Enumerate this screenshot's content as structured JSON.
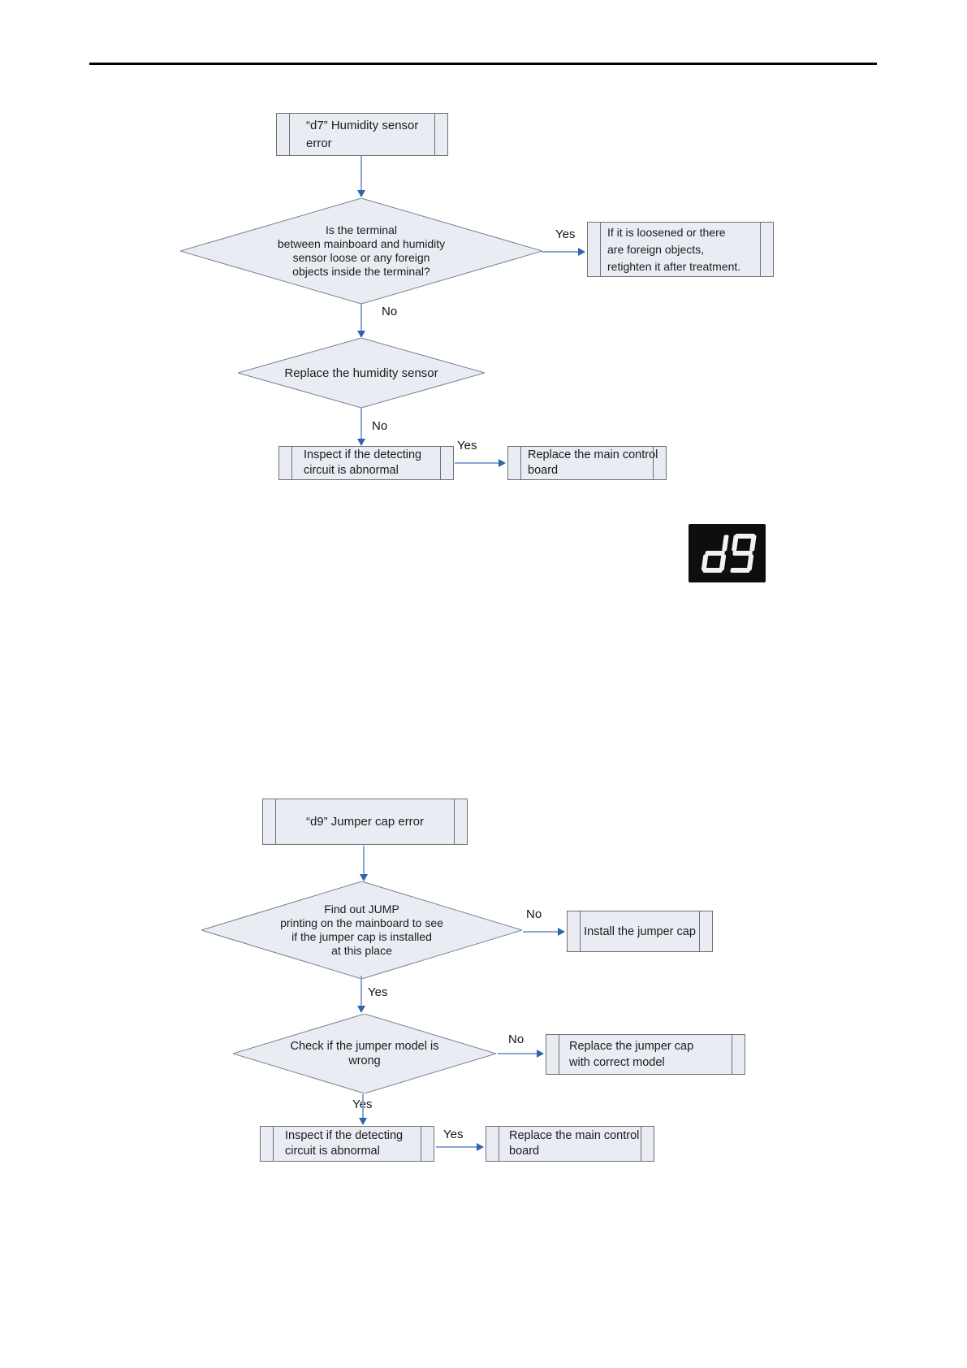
{
  "seven_segment": {
    "value": "d9"
  },
  "chart_d7": {
    "nodes": {
      "start": "“d7” Humidity sensor\nerror",
      "q_terminal": "Is the terminal\nbetween mainboard and humidity\nsensor loose or any foreign\nobjects inside the terminal?",
      "retighten": "If it is loosened or there\nare foreign objects,\nretighten it after treatment.",
      "replace_sensor": "Replace the humidity sensor",
      "inspect_circuit": "Inspect if the detecting\ncircuit is abnormal",
      "replace_board": "Replace the main control\nboard"
    },
    "labels": {
      "yes1": "Yes",
      "no1": "No",
      "no2": "No",
      "yes2": "Yes"
    }
  },
  "chart_d9": {
    "nodes": {
      "start": "“d9” Jumper cap error",
      "q_jump": "Find out JUMP\nprinting on the mainboard to see\nif the jumper cap is installed\nat this place",
      "install_cap": "Install the jumper cap",
      "q_model": "Check if the jumper model is\nwrong",
      "replace_cap": "Replace the jumper cap\nwith correct model",
      "inspect_circuit": "Inspect if the detecting\ncircuit is abnormal",
      "replace_board": "Replace the main control\nboard"
    },
    "labels": {
      "no1": "No",
      "yes1": "Yes",
      "no2": "No",
      "yes2": "Yes"
    }
  }
}
